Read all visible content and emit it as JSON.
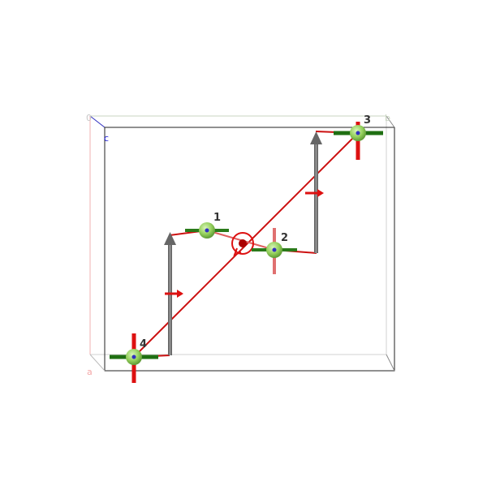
{
  "viewer": {
    "background": "#ffffff",
    "origin_label": "0",
    "axis_labels": {
      "a": "a",
      "b": "b",
      "c": "c"
    },
    "axis_colors": {
      "a": "#f4a7a7",
      "b": "#b7c7a7",
      "c": "#1a1ad6"
    }
  },
  "atoms": [
    {
      "label": "1",
      "color": "#9acd60"
    },
    {
      "label": "2",
      "color": "#9acd60"
    },
    {
      "label": "3",
      "color": "#7cc25a"
    },
    {
      "label": "4",
      "color": "#7cc25a"
    }
  ],
  "colors": {
    "cell_edge": "#000000",
    "bond": "#cc1111",
    "spin_arrow": "#777777",
    "axis_x_bar": "#2a7a1a",
    "axis_y_bar": "#dd1111"
  }
}
